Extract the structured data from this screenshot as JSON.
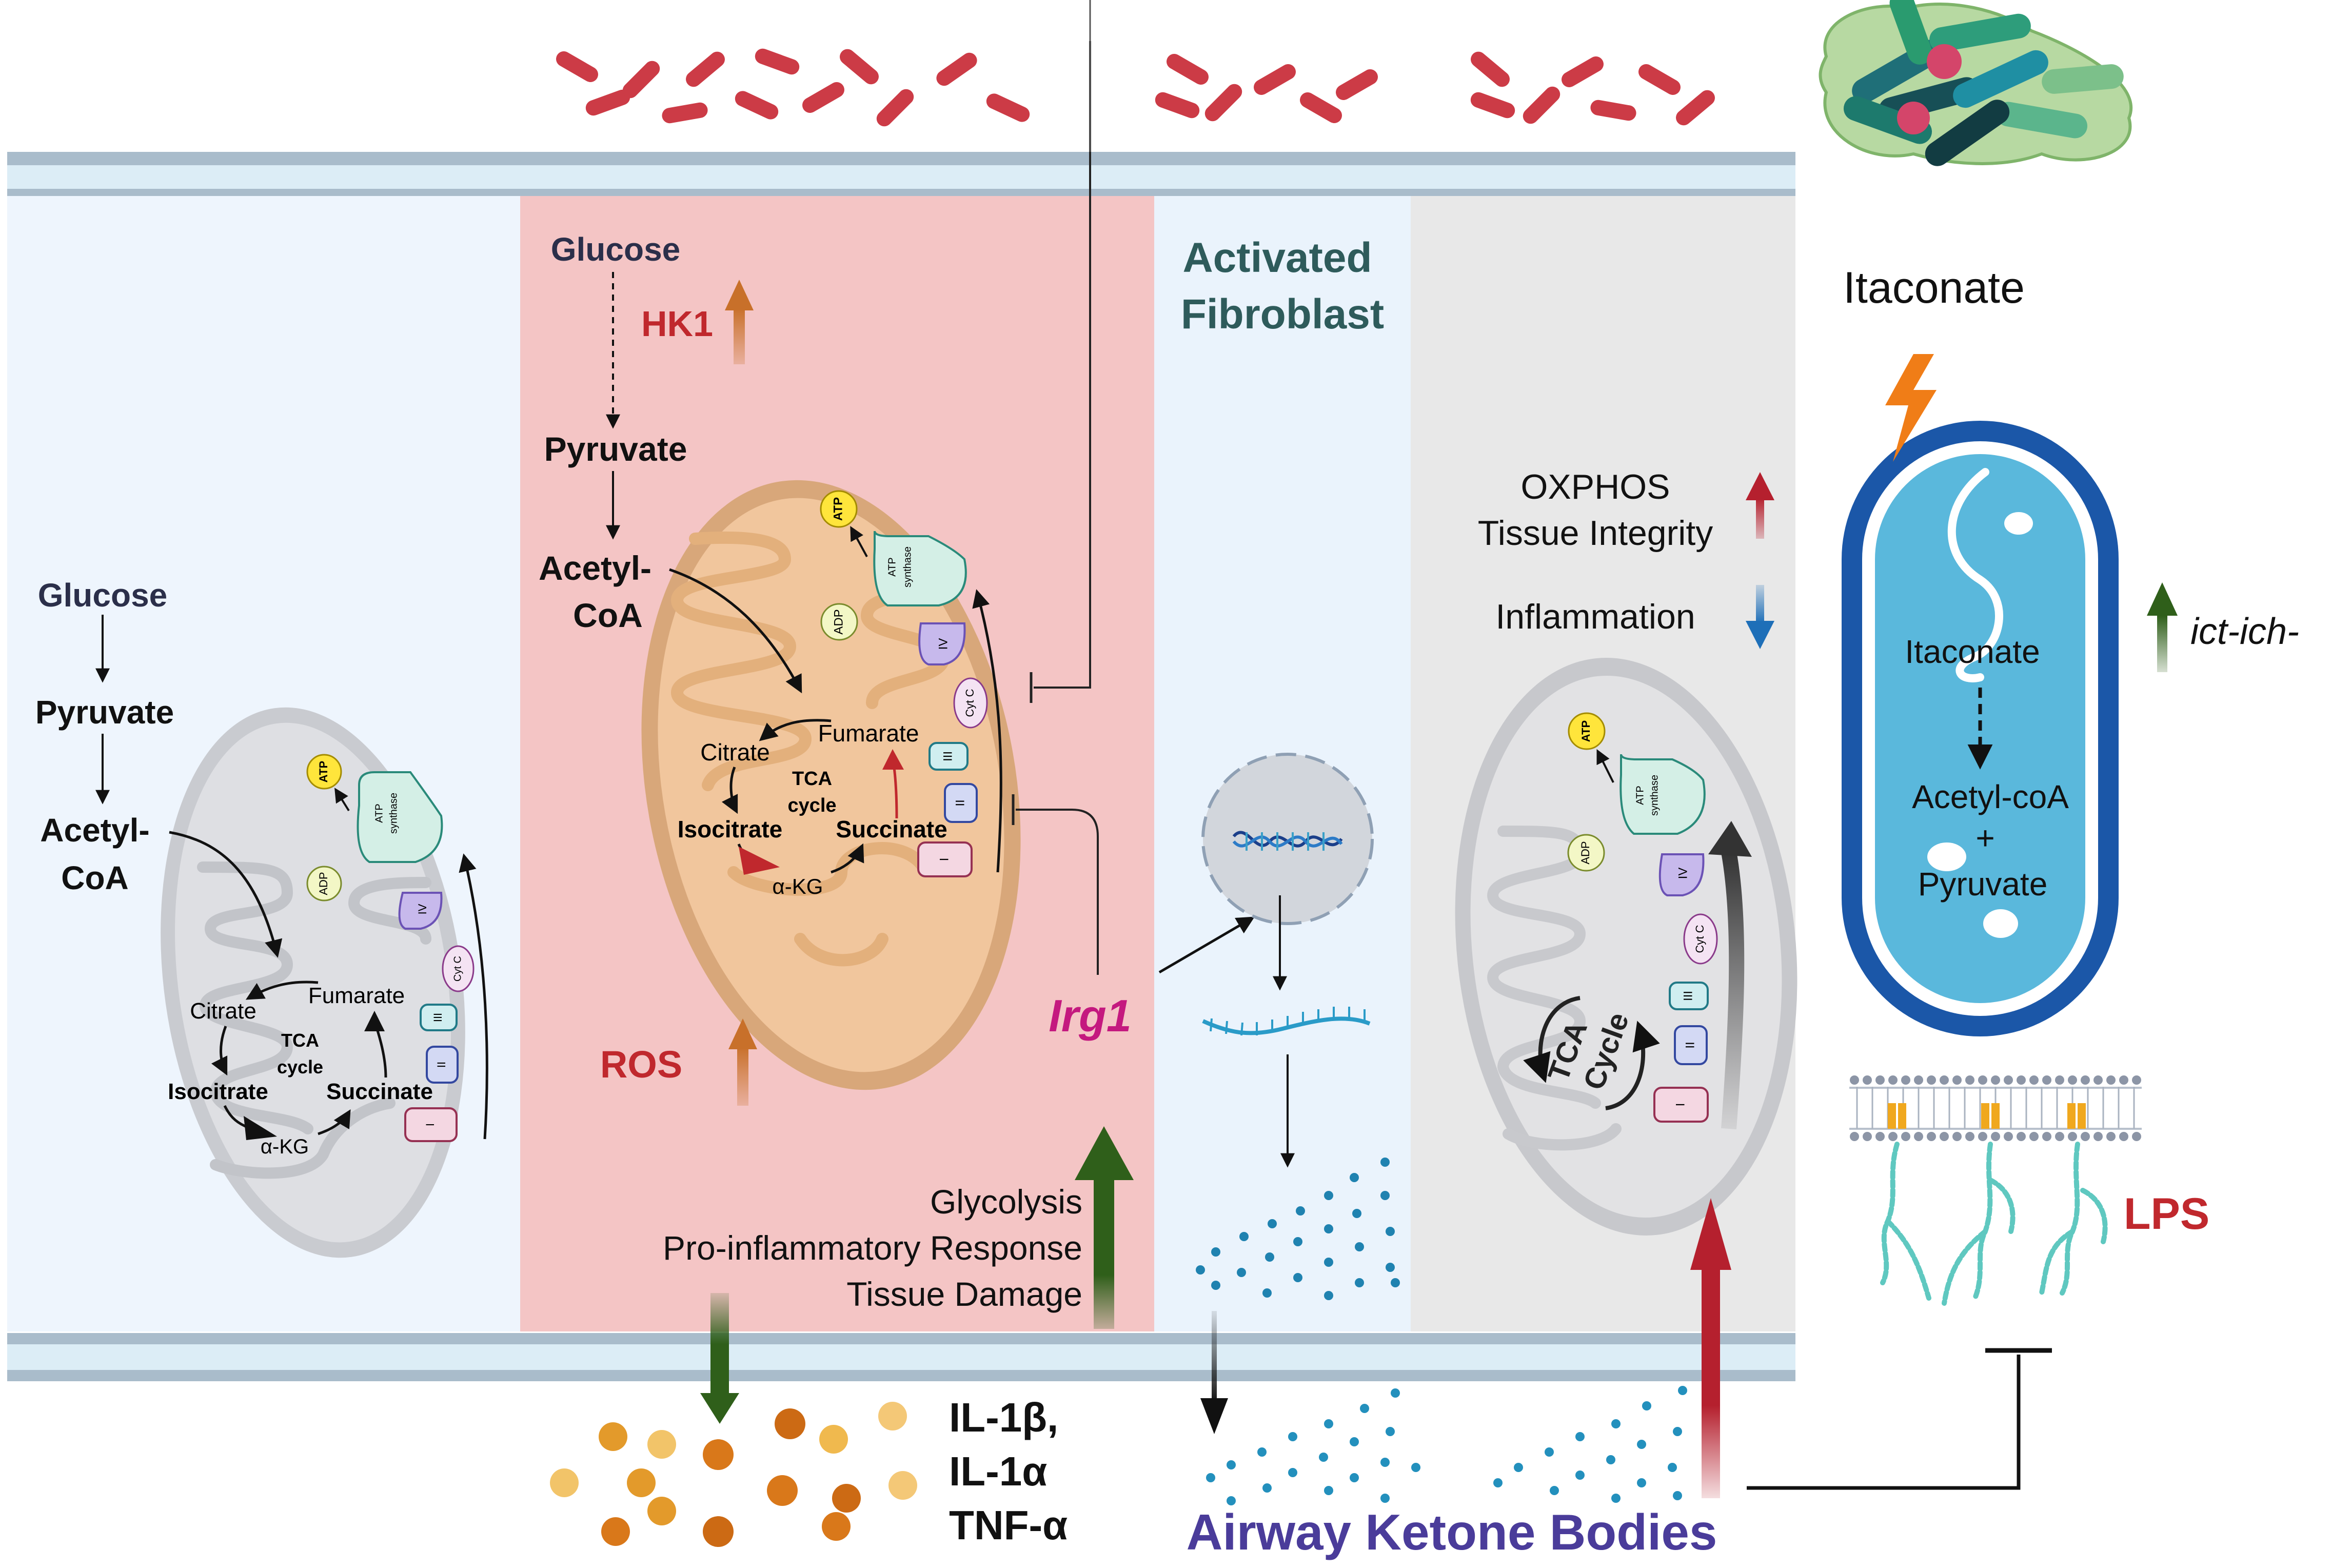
{
  "panel_left": {
    "glucose": "Glucose",
    "pyruvate": "Pyruvate",
    "acetyl_line1": "Acetyl-",
    "acetyl_line2": "CoA",
    "mito": {
      "atp": "ATP",
      "adp": "ADP",
      "atp_synthase_1": "ATP",
      "atp_synthase_2": "synthase",
      "complex_iv": "IV",
      "cyt_c": "Cyt C",
      "complex_iii": "III",
      "complex_ii": "II",
      "complex_i": "I",
      "citrate": "Citrate",
      "fumarate": "Fumarate",
      "tca_1": "TCA",
      "tca_2": "cycle",
      "isocitrate": "Isocitrate",
      "succinate": "Succinate",
      "akg": "α-KG"
    }
  },
  "panel_inflamed": {
    "glucose": "Glucose",
    "hk1": "HK1",
    "pyruvate": "Pyruvate",
    "acetyl_line1": "Acetyl-",
    "acetyl_line2": "CoA",
    "ros": "ROS",
    "irg1": "Irg1",
    "effects": [
      "Glycolysis",
      "Pro-inflammatory Response",
      "Tissue Damage"
    ],
    "mito": {
      "atp": "ATP",
      "adp": "ADP",
      "atp_synthase_1": "ATP",
      "atp_synthase_2": "synthase",
      "complex_iv": "IV",
      "cyt_c": "Cyt C",
      "complex_iii": "III",
      "complex_ii": "II",
      "complex_i": "I",
      "citrate": "Citrate",
      "fumarate": "Fumarate",
      "tca_1": "TCA",
      "tca_2": "cycle",
      "isocitrate": "Isocitrate",
      "succinate": "Succinate",
      "akg": "α-KG"
    }
  },
  "panel_fibroblast": {
    "title_line1": "Activated",
    "title_line2": "Fibroblast"
  },
  "panel_right": {
    "oxphos": "OXPHOS",
    "tissue_integrity": "Tissue Integrity",
    "inflammation": "Inflammation",
    "mito": {
      "atp": "ATP",
      "adp": "ADP",
      "atp_synthase_1": "ATP",
      "atp_synthase_2": "synthase",
      "complex_iv": "IV",
      "cyt_c": "Cyt C",
      "complex_iii": "III",
      "complex_ii": "II",
      "complex_i": "I",
      "tca_1": "TCA",
      "tca_2": "Cycle"
    }
  },
  "bacterium": {
    "heading": "Itaconate",
    "inside_itaconate": "Itaconate",
    "acetyl_coa": "Acetyl-coA",
    "plus": "+",
    "pyruvate": "Pyruvate",
    "genes": "ict-ich-",
    "lps": "LPS"
  },
  "bottom": {
    "cytokine_1": "IL-1β,",
    "cytokine_2": "IL-1α",
    "cytokine_3": "TNF-α",
    "ketone_bodies": "Airway Ketone Bodies"
  },
  "colors": {
    "left_panel_bg": "#eef5fd",
    "inflamed_panel_bg": "#f4c5c5",
    "fibroblast_panel_bg": "#eaf3fc",
    "right_panel_bg": "#e8e8e8",
    "membrane": "#a9bccb",
    "rod_red": "#cc3b46",
    "dark_red_text": "#c0282d",
    "irg1_magenta": "#c4197f",
    "fibroblast_title": "#2e5b5b",
    "ketone_purple": "#4a3c9a",
    "bacterium_outer": "#1b57a8",
    "bacterium_inner": "#5ab8dc",
    "up_green": "#2f5f1a",
    "cytokine_orange": "#e08a1e"
  }
}
